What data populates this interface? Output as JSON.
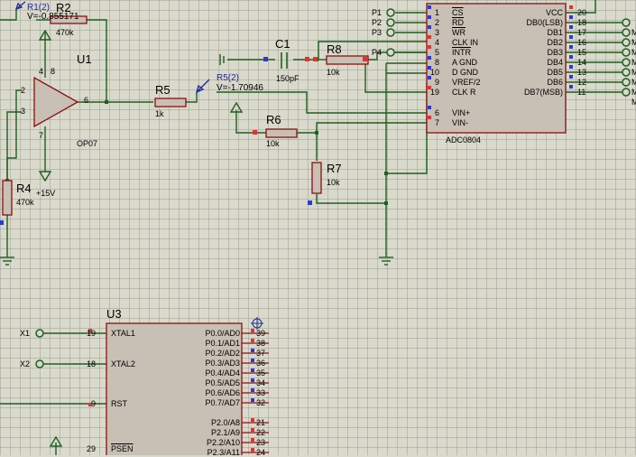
{
  "colors": {
    "wire": "#1f5f1f",
    "body_stroke": "#8a1010",
    "body_fill": "#c8c0b4",
    "grid": "#a0a096",
    "background": "#d9d9cc",
    "probe": "#1e2a9a",
    "pin_blue": "#2a3ad8",
    "pin_red": "#e83030"
  },
  "probes": {
    "r1": {
      "name": "R1(2)",
      "value": "V=-0.855171"
    },
    "r5": {
      "name": "R5(2)",
      "value": "V=-1.70946"
    }
  },
  "components": {
    "u1": {
      "ref": "U1",
      "part": "OP07",
      "pins": {
        "in_minus": "2",
        "in_plus": "3",
        "out": "6",
        "v_plus": "4",
        "pin8": "8",
        "pin7": "7"
      }
    },
    "r2": {
      "ref": "R2",
      "value": "470k"
    },
    "r4": {
      "ref": "R4",
      "value": "470k"
    },
    "supply": {
      "label": "+15V"
    },
    "r5": {
      "ref": "R5",
      "value": "1k"
    },
    "c1": {
      "ref": "C1",
      "value": "150pF"
    },
    "r8": {
      "ref": "R8",
      "value": "10k"
    },
    "r6": {
      "ref": "R6",
      "value": "10k"
    },
    "r7": {
      "ref": "R7",
      "value": "10k"
    }
  },
  "adc": {
    "ref": "ADC0804",
    "left_pins": [
      {
        "num": "1",
        "name": "CS",
        "bar": true
      },
      {
        "num": "2",
        "name": "RD",
        "bar": true
      },
      {
        "num": "3",
        "name": "WR",
        "bar": true
      },
      {
        "num": "4",
        "name": "CLK IN",
        "bar": false
      },
      {
        "num": "5",
        "name": "INTR",
        "bar": true
      },
      {
        "num": "8",
        "name": "A GND",
        "bar": false
      },
      {
        "num": "10",
        "name": "D GND",
        "bar": false
      },
      {
        "num": "9",
        "name": "VREF/2",
        "bar": false
      },
      {
        "num": "19",
        "name": "CLK R",
        "bar": false
      }
    ],
    "vin_pins": [
      {
        "num": "6",
        "name": "VIN+"
      },
      {
        "num": "7",
        "name": "VIN-"
      }
    ],
    "right_pins": [
      {
        "num": "20",
        "name": "VCC"
      },
      {
        "num": "18",
        "name": "DB0(LSB)"
      },
      {
        "num": "17",
        "name": "DB1"
      },
      {
        "num": "16",
        "name": "DB2"
      },
      {
        "num": "15",
        "name": "DB3"
      },
      {
        "num": "14",
        "name": "DB4"
      },
      {
        "num": "13",
        "name": "DB5"
      },
      {
        "num": "12",
        "name": "DB6"
      },
      {
        "num": "11",
        "name": "DB7(MSB)"
      }
    ],
    "right_bus_label": "M"
  },
  "terminals": {
    "p1": "P1",
    "p2": "P2",
    "p3": "P3",
    "p4": "P4",
    "x1": "X1",
    "x2": "X2"
  },
  "mcu": {
    "ref": "U3",
    "left_pins": [
      {
        "num": "19",
        "name": "XTAL1"
      },
      {
        "num": "18",
        "name": "XTAL2"
      },
      {
        "num": "9",
        "name": "RST"
      },
      {
        "num": "29",
        "name": "PSEN"
      }
    ],
    "p0": [
      {
        "num": "39",
        "name": "P0.0/AD0"
      },
      {
        "num": "38",
        "name": "P0.1/AD1"
      },
      {
        "num": "37",
        "name": "P0.2/AD2"
      },
      {
        "num": "36",
        "name": "P0.3/AD3"
      },
      {
        "num": "35",
        "name": "P0.4/AD4"
      },
      {
        "num": "34",
        "name": "P0.5/AD5"
      },
      {
        "num": "33",
        "name": "P0.6/AD6"
      },
      {
        "num": "32",
        "name": "P0.7/AD7"
      }
    ],
    "p2": [
      {
        "num": "21",
        "name": "P2.0/A8"
      },
      {
        "num": "22",
        "name": "P2.1/A9"
      },
      {
        "num": "23",
        "name": "P2.2/A10"
      },
      {
        "num": "24",
        "name": "P2.3/A11"
      }
    ]
  }
}
